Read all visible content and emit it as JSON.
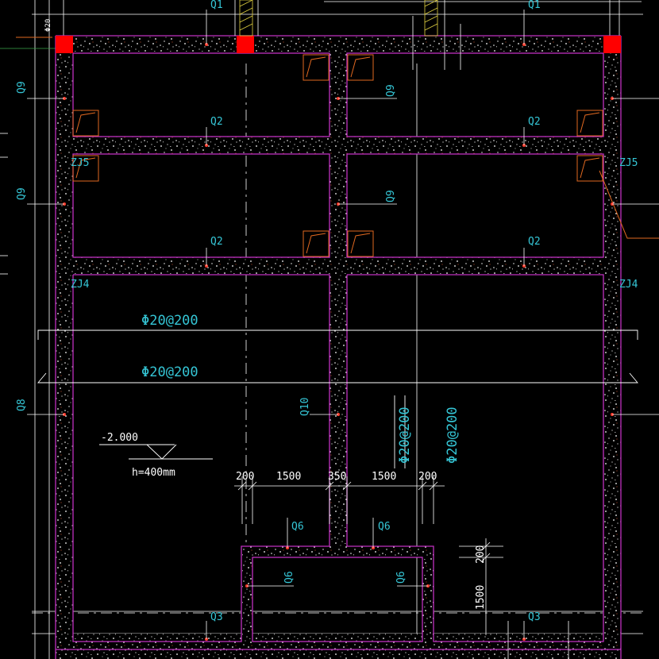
{
  "walls": {
    "q1_left": "Q1",
    "q1_right": "Q1",
    "q2_top_left": "Q2",
    "q2_top_right": "Q2",
    "q2_mid_left": "Q2",
    "q2_mid_right": "Q2",
    "q3_left": "Q3",
    "q3_right": "Q3",
    "q6_a": "Q6",
    "q6_b": "Q6",
    "q6_c": "Q6",
    "q6_d": "Q6",
    "q9_left_top": "Q9",
    "q9_left_mid": "Q9",
    "q9_center_top": "Q9",
    "q9_center_mid": "Q9",
    "q8_left": "Q8",
    "q10_center": "Q10"
  },
  "columns": {
    "zj5_left": "ZJ5",
    "zj5_right": "ZJ5",
    "zj4_left": "ZJ4",
    "zj4_right": "ZJ4"
  },
  "rebar": {
    "horizontal_1": "Φ20@200",
    "horizontal_2": "Φ20@200",
    "vertical_1": "Φ20@200",
    "vertical_2": "Φ20@200",
    "top_left_bar": "Φ20"
  },
  "elevation": {
    "level": "-2.000",
    "thickness": "h=400mm"
  },
  "dimensions": {
    "d1": "200",
    "d2": "1500",
    "d3": "350",
    "d4": "1500",
    "d5": "200",
    "vertical_200": "200",
    "vertical_1500": "1500"
  },
  "colors": {
    "background": "#000000",
    "label": "#35c6d6",
    "wall_outline": "#c030c0",
    "grid_line": "#ffffff",
    "column_mark": "#e06820",
    "corner_column": "#ff0000"
  }
}
